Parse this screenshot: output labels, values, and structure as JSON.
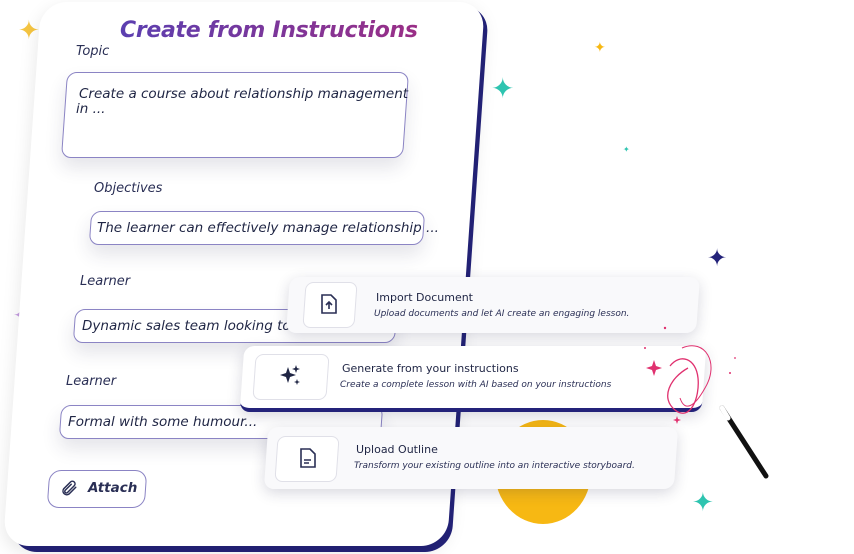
{
  "form": {
    "title": "Create from Instructions",
    "topic_label": "Topic",
    "topic_value": "Create a course about relationship management in ...",
    "topic_line1": "Create a course about relationship management",
    "topic_line2": "in ...",
    "objectives_label": "Objectives",
    "objectives_value": "The learner can effectively manage relationship ...",
    "learner_label": "Learner",
    "learner_value": "Dynamic sales team looking to i",
    "learner2_label": "Learner",
    "learner2_value": "Formal with some humour...",
    "attach_label": "Attach"
  },
  "options": [
    {
      "title": "Import Document",
      "description": "Upload documents and let AI create an engaging lesson.",
      "icon": "upload-document-icon"
    },
    {
      "title": "Generate from your instructions",
      "description": "Create a complete lesson with AI based on your instructions",
      "icon": "sparkles-icon"
    },
    {
      "title": "Upload Outline",
      "description": "Transform your existing outline into an interactive storyboard.",
      "icon": "outline-document-icon"
    }
  ],
  "colors": {
    "accent": "#24237a",
    "title_gradient_start": "#5b3fb0",
    "title_gradient_end": "#9a2e86",
    "sparkle_teal": "#2ec4b0",
    "sparkle_yellow": "#f7b813",
    "sparkle_pink": "#e0316f",
    "blob_yellow": "#f7b813"
  }
}
